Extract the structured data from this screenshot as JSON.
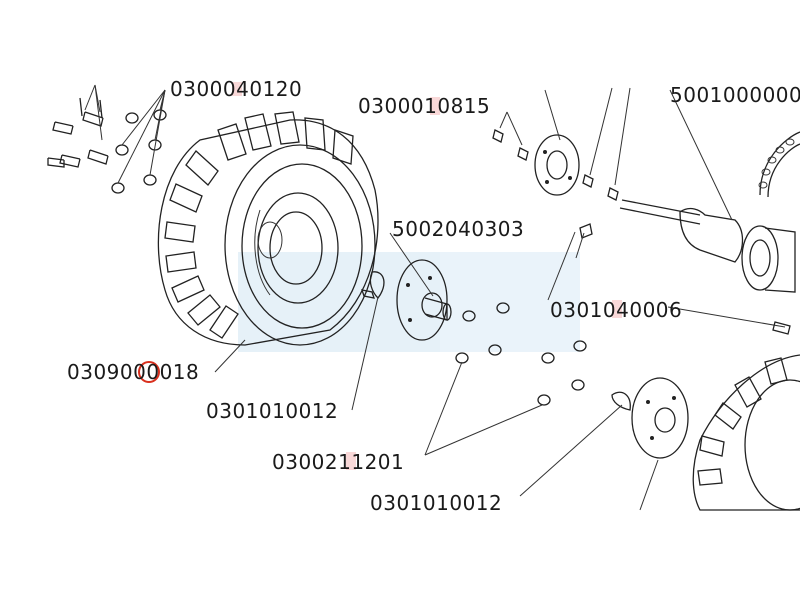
{
  "diagram": {
    "labels": [
      {
        "id": "l1",
        "text": "0300040120"
      },
      {
        "id": "l2",
        "text": "0300010815"
      },
      {
        "id": "l3",
        "text": "5001000000"
      },
      {
        "id": "l4",
        "text": "5002040303"
      },
      {
        "id": "l5",
        "text": "0301040006"
      },
      {
        "id": "l6",
        "text": "0309000018"
      },
      {
        "id": "l7",
        "text": "0301010012"
      },
      {
        "id": "l8",
        "text": "0300211201"
      },
      {
        "id": "l9",
        "text": "0301010012"
      }
    ],
    "colors": {
      "line": "#222222",
      "highlight_tint": "#f6c8c8",
      "marker_red": "#d9301e",
      "panel_tint": "#e6f1f8"
    }
  }
}
